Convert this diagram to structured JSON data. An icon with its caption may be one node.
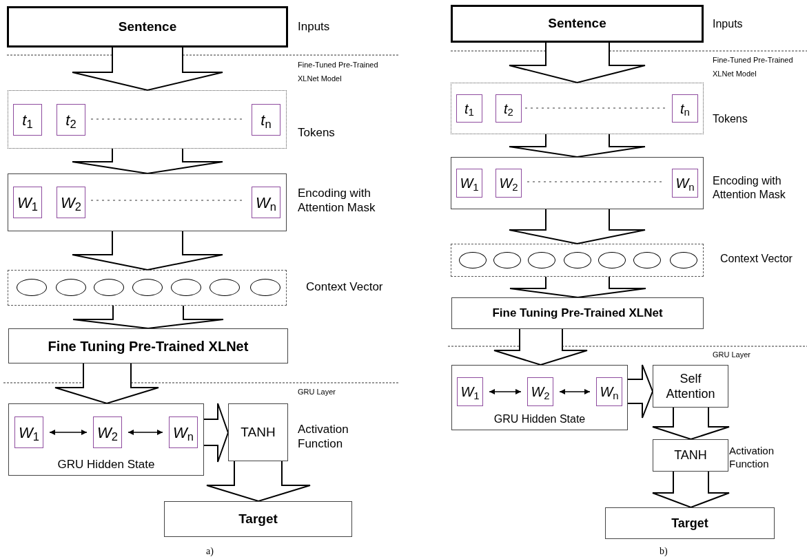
{
  "diagram": {
    "nodes": [
      {
        "text": [
          "Sentence"
        ],
        "beside": [
          "Inputs"
        ]
      },
      {
        "text": [],
        "shape": "box",
        "beside": [
          "Tokens"
        ]
      },
      {
        "text": [
          "*t*$_{1}$"
        ],
        "in": 1
      },
      {
        "text": [
          "*t*$_{2}$"
        ],
        "in": 1
      },
      {
        "text": [
          "*t*$_{n}$"
        ],
        "in": 1
      },
      {
        "text": [],
        "shape": "box",
        "beside": [
          "Encoding with Attention Mask"
        ]
      },
      {
        "text": [
          "*W*$_{1}$"
        ],
        "in": 5
      },
      {
        "text": [
          "*W*$_{2}$"
        ],
        "in": 5
      },
      {
        "text": [
          "*W*$_{n}$"
        ],
        "in": 5
      },
      {
        "text": [],
        "shape": "box",
        "beside": [
          "Context Vector"
        ]
      },
      {
        "text": [],
        "shape": "ellipse",
        "in": 9
      },
      {
        "text": [],
        "shape": "ellipse",
        "in": 9
      },
      {
        "text": [],
        "shape": "ellipse",
        "in": 9
      },
      {
        "text": [],
        "shape": "ellipse",
        "in": 9
      },
      {
        "text": [],
        "shape": "ellipse",
        "in": 9
      },
      {
        "text": [],
        "shape": "ellipse",
        "in": 9
      },
      {
        "text": [],
        "shape": "ellipse",
        "in": 9
      },
      {
        "text": [
          "Fine Tuning Pre-Trained XLNet"
        ]
      },
      {
        "text": [
          "GRU Hidden State"
        ]
      },
      {
        "text": [
          "*W*$_{1}$"
        ],
        "in": 18
      },
      {
        "text": [
          "*W*$_{2}$"
        ],
        "in": 18
      },
      {
        "text": [
          "*W*$_{n}$"
        ],
        "in": 18
      },
      {
        "text": [
          "TANH"
        ],
        "beside": [
          "Activation Function"
        ]
      },
      {
        "text": [
          "Target"
        ]
      },
      {
        "text": [
          "Sentence"
        ],
        "beside": [
          "Inputs"
        ]
      },
      {
        "text": [],
        "shape": "box",
        "beside": [
          "Tokens"
        ]
      },
      {
        "text": [
          "*t*$_{1}$"
        ],
        "in": 25
      },
      {
        "text": [
          "*t*$_{2}$"
        ],
        "in": 25
      },
      {
        "text": [
          "*t*$_{n}$"
        ],
        "in": 25
      },
      {
        "text": [],
        "shape": "box",
        "beside": [
          "Encoding with Attention Mask"
        ]
      },
      {
        "text": [
          "*W*$_{1}$"
        ],
        "in": 29
      },
      {
        "text": [
          "*W*$_{2}$"
        ],
        "in": 29
      },
      {
        "text": [
          "*W*$_{n}$"
        ],
        "in": 29
      },
      {
        "text": [],
        "shape": "box",
        "beside": [
          "Context Vector"
        ]
      },
      {
        "text": [],
        "shape": "ellipse",
        "in": 33
      },
      {
        "text": [],
        "shape": "ellipse",
        "in": 33
      },
      {
        "text": [],
        "shape": "ellipse",
        "in": 33
      },
      {
        "text": [],
        "shape": "ellipse",
        "in": 33
      },
      {
        "text": [],
        "shape": "ellipse",
        "in": 33
      },
      {
        "text": [],
        "shape": "ellipse",
        "in": 33
      },
      {
        "text": [],
        "shape": "ellipse",
        "in": 33
      },
      {
        "text": [
          "Fine Tuning Pre-Trained XLNet"
        ]
      },
      {
        "text": [
          "GRU Hidden State"
        ]
      },
      {
        "text": [
          "*W*$_{1}$"
        ],
        "in": 42
      },
      {
        "text": [
          "*W*$_{2}$"
        ],
        "in": 42
      },
      {
        "text": [
          "*W*$_{n}$"
        ],
        "in": 42
      },
      {
        "text": [
          "Self Attention"
        ]
      },
      {
        "text": [
          "TANH"
        ],
        "beside": [
          "Activation Function"
        ]
      },
      {
        "text": [
          "Target"
        ]
      }
    ],
    "edges": [
      {
        "from": 0,
        "to": 1,
        "arrow": "to"
      },
      {
        "from": 1,
        "to": 5,
        "arrow": "to"
      },
      {
        "from": 5,
        "to": 9,
        "arrow": "to"
      },
      {
        "from": 9,
        "to": 17,
        "arrow": "to"
      },
      {
        "from": 17,
        "to": 18,
        "arrow": "to"
      },
      {
        "from": 19,
        "to": 20,
        "arrow": "both"
      },
      {
        "from": 20,
        "to": 21,
        "arrow": "both"
      },
      {
        "from": 18,
        "to": 22,
        "arrow": "to"
      },
      {
        "from": 22,
        "to": 23,
        "arrow": "to"
      },
      {
        "from": 24,
        "to": 25,
        "arrow": "to"
      },
      {
        "from": 25,
        "to": 29,
        "arrow": "to"
      },
      {
        "from": 29,
        "to": 33,
        "arrow": "to"
      },
      {
        "from": 33,
        "to": 41,
        "arrow": "to"
      },
      {
        "from": 41,
        "to": 42,
        "arrow": "to"
      },
      {
        "from": 43,
        "to": 44,
        "arrow": "both"
      },
      {
        "from": 44,
        "to": 45,
        "arrow": "both"
      },
      {
        "from": 42,
        "to": 46,
        "arrow": "to"
      },
      {
        "from": 46,
        "to": 47,
        "arrow": "to"
      },
      {
        "from": 47,
        "to": 48,
        "arrow": "to"
      }
    ],
    "labels": [
      "Fine-Tuned Pre-Trained XLNet Model",
      "GRU Layer",
      "a)",
      "Fine-Tuned Pre-Trained XLNet Model",
      "GRU Layer",
      "b)"
    ]
  }
}
